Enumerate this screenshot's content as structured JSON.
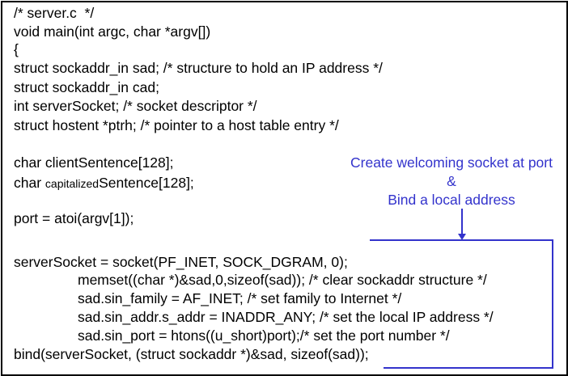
{
  "code": {
    "l1": "/* server.c  */",
    "l2": "void main(int argc, char *argv[])",
    "l3": "{",
    "l4": "struct sockaddr_in sad; /* structure to hold an IP address */",
    "l5": "struct sockaddr_in cad;",
    "l6": "int serverSocket; /* socket descriptor */",
    "l7": "struct hostent *ptrh; /* pointer to a host table entry */",
    "l8": "char clientSentence[128];",
    "l9_a": "char ",
    "l9_b": "capitalized",
    "l9_c": "Sentence[128];",
    "l10": "port = atoi(argv[1]);",
    "l11": "serverSocket = socket(PF_INET, SOCK_DGRAM, 0);",
    "l12": "memset((char *)&sad,0,sizeof(sad)); /* clear sockaddr structure */",
    "l13": "sad.sin_family = AF_INET; /* set family to Internet */",
    "l14": "sad.sin_addr.s_addr = INADDR_ANY; /* set the local IP address */",
    "l15": "sad.sin_port = htons((u_short)port);/* set the port number */",
    "l16": "bind(serverSocket, (struct sockaddr *)&sad, sizeof(sad));"
  },
  "annotation": {
    "line1": "Create welcoming socket at port",
    "line2": "&",
    "line3": "Bind a local address",
    "color": "#3333cc"
  }
}
